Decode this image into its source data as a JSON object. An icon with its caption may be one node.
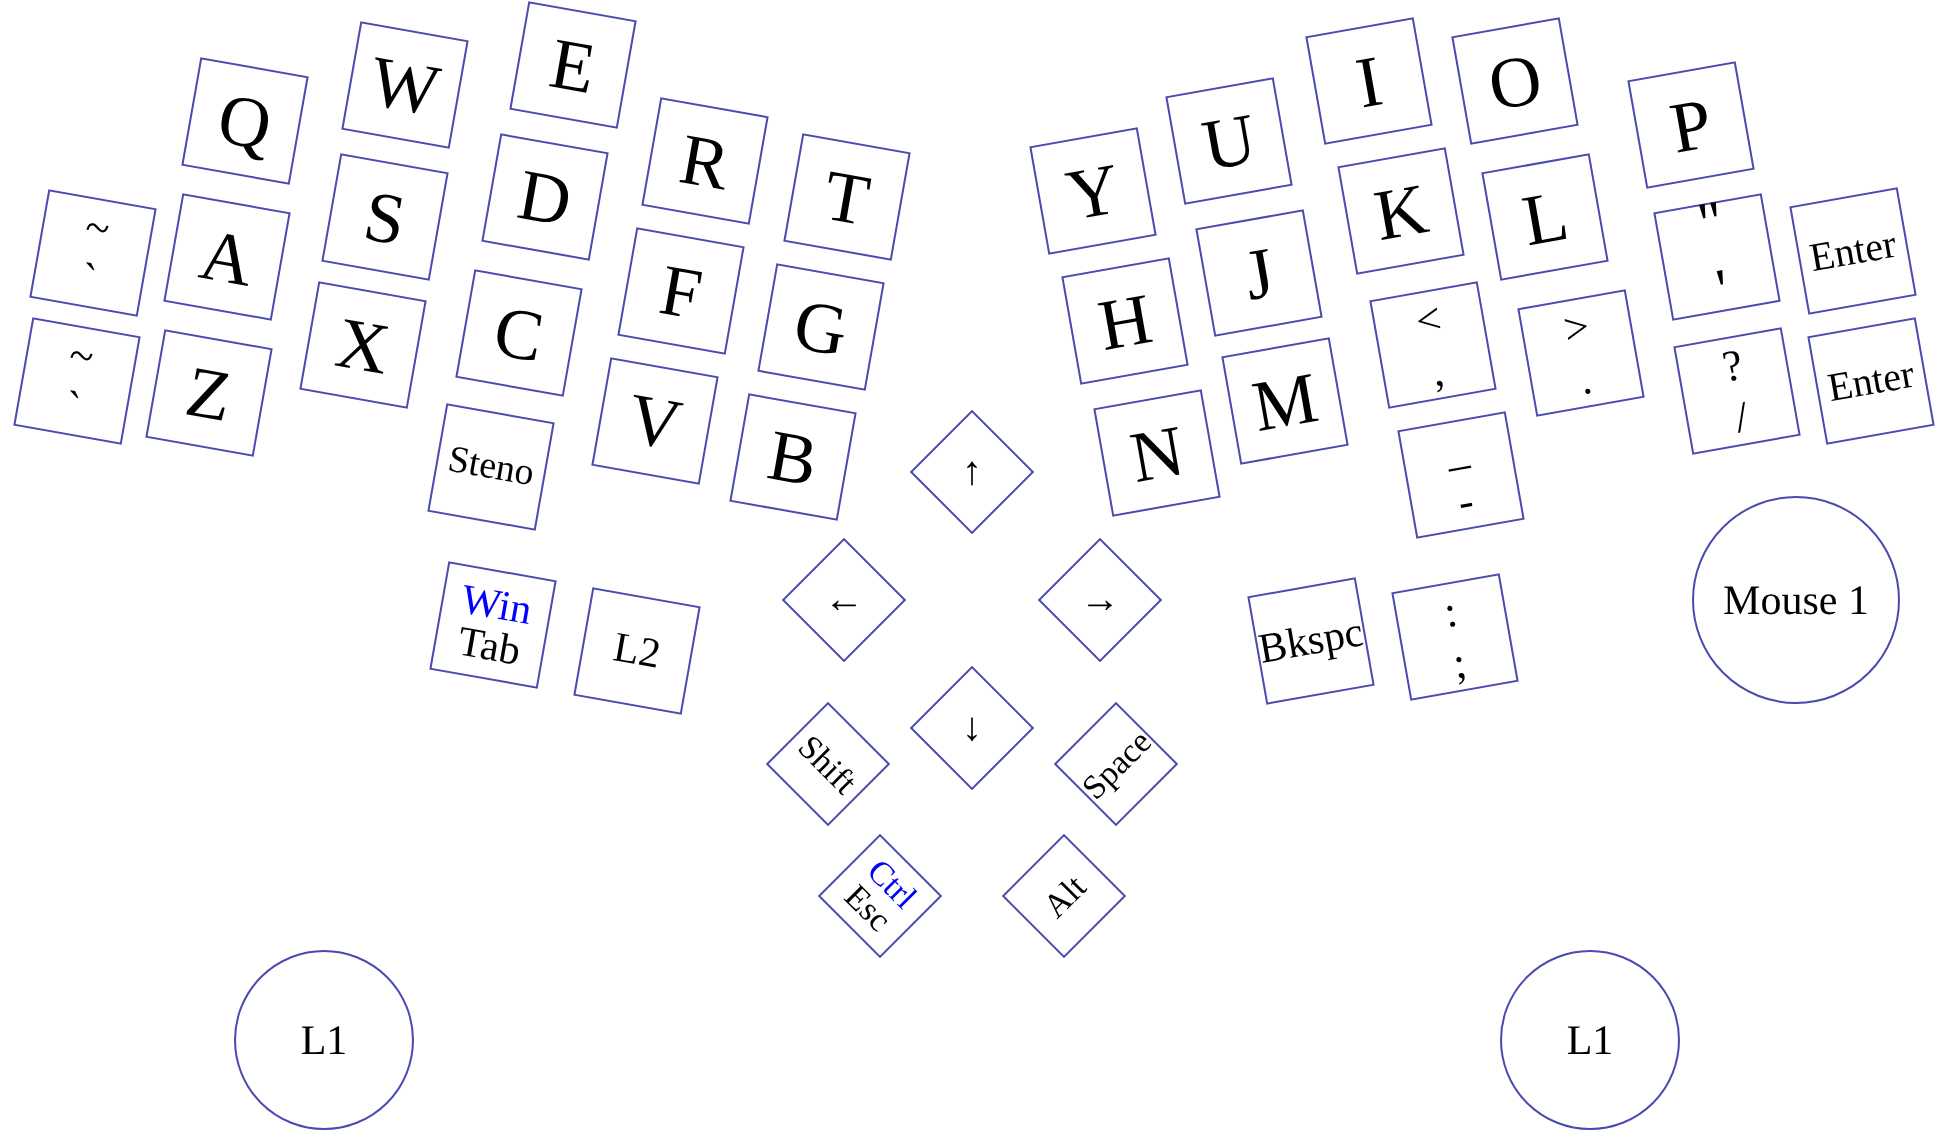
{
  "diagram": {
    "nodes": [
      {
        "text": [
          "~",
          "`"
        ]
      },
      {
        "text": [
          "~",
          "`"
        ]
      },
      {
        "text": [
          "Q"
        ]
      },
      {
        "text": [
          "A"
        ]
      },
      {
        "text": [
          "Z"
        ]
      },
      {
        "text": [
          "W"
        ]
      },
      {
        "text": [
          "S"
        ]
      },
      {
        "text": [
          "X"
        ]
      },
      {
        "text": [
          "E"
        ]
      },
      {
        "text": [
          "D"
        ]
      },
      {
        "text": [
          "C"
        ]
      },
      {
        "text": [
          "Steno"
        ]
      },
      {
        "text": [
          "R"
        ]
      },
      {
        "text": [
          "F"
        ]
      },
      {
        "text": [
          "V"
        ]
      },
      {
        "text": [
          "T"
        ]
      },
      {
        "text": [
          "G"
        ]
      },
      {
        "text": [
          "B"
        ]
      },
      {
        "text": [
          "Win",
          "Tab"
        ]
      },
      {
        "text": [
          "L2"
        ]
      },
      {
        "text": [
          "↑"
        ]
      },
      {
        "text": [
          "←"
        ]
      },
      {
        "text": [
          "→"
        ]
      },
      {
        "text": [
          "↓"
        ]
      },
      {
        "text": [
          "Shift"
        ]
      },
      {
        "text": [
          "Ctrl",
          "Esc"
        ]
      },
      {
        "text": [
          "Alt"
        ]
      },
      {
        "text": [
          "Space"
        ]
      },
      {
        "text": [
          "Y"
        ]
      },
      {
        "text": [
          "U"
        ]
      },
      {
        "text": [
          "I"
        ]
      },
      {
        "text": [
          "O"
        ]
      },
      {
        "text": [
          "P"
        ]
      },
      {
        "text": [
          "H"
        ]
      },
      {
        "text": [
          "J"
        ]
      },
      {
        "text": [
          "K"
        ]
      },
      {
        "text": [
          "L"
        ]
      },
      {
        "text": [
          "\"",
          "'"
        ]
      },
      {
        "text": [
          "Enter"
        ]
      },
      {
        "text": [
          "N"
        ]
      },
      {
        "text": [
          "M"
        ]
      },
      {
        "text": [
          "<",
          ","
        ]
      },
      {
        "text": [
          ">",
          "."
        ]
      },
      {
        "text": [
          "?",
          "/"
        ]
      },
      {
        "text": [
          "Enter"
        ]
      },
      {
        "text": [
          "_",
          "-"
        ]
      },
      {
        "text": [
          "Bkspc"
        ]
      },
      {
        "text": [
          ":",
          ";"
        ]
      },
      {
        "text": [
          "Mouse 1"
        ]
      },
      {
        "text": [
          "L1"
        ]
      },
      {
        "text": [
          "L1"
        ]
      }
    ]
  }
}
